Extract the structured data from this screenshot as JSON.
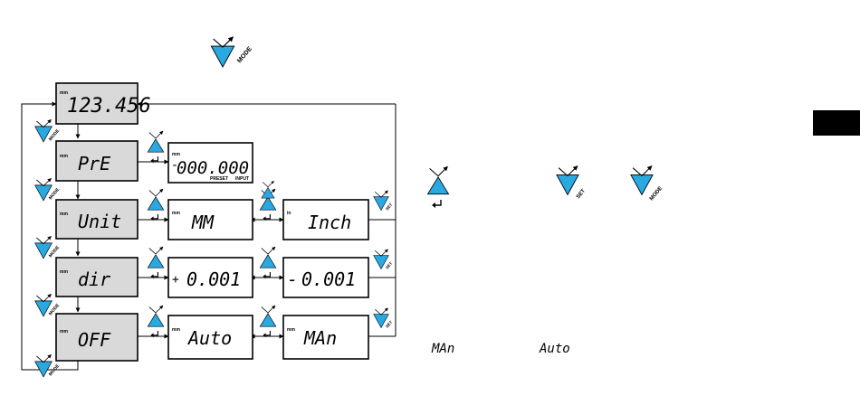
{
  "main_display": {
    "unit": "mm",
    "value": "123.456"
  },
  "preset": {
    "label": "PrE",
    "value": "000.000",
    "sign": "-",
    "caption_left": "PRESET",
    "caption_right": "INPUT"
  },
  "unit_row": {
    "label": "Unit",
    "opt1": "MM",
    "opt2": "Inch",
    "opt2_unit": "in"
  },
  "dir_row": {
    "label": "dir",
    "opt1": "0.001",
    "opt1_sign": "+",
    "opt2": "0.001",
    "opt2_sign": "-"
  },
  "off_row": {
    "label": "OFF",
    "opt1": "Auto",
    "opt2": "MAn"
  },
  "legend": {
    "man": "MAn",
    "auto": "Auto"
  },
  "button_labels": {
    "mode": "MODE",
    "set": "SET"
  },
  "colors": {
    "button": "#2aa8e0",
    "box_grey": "#d9d9d9"
  },
  "icons": {
    "mode_button": "mode-button-icon",
    "set_button": "set-button-icon",
    "enter_button": "enter-button-icon"
  }
}
